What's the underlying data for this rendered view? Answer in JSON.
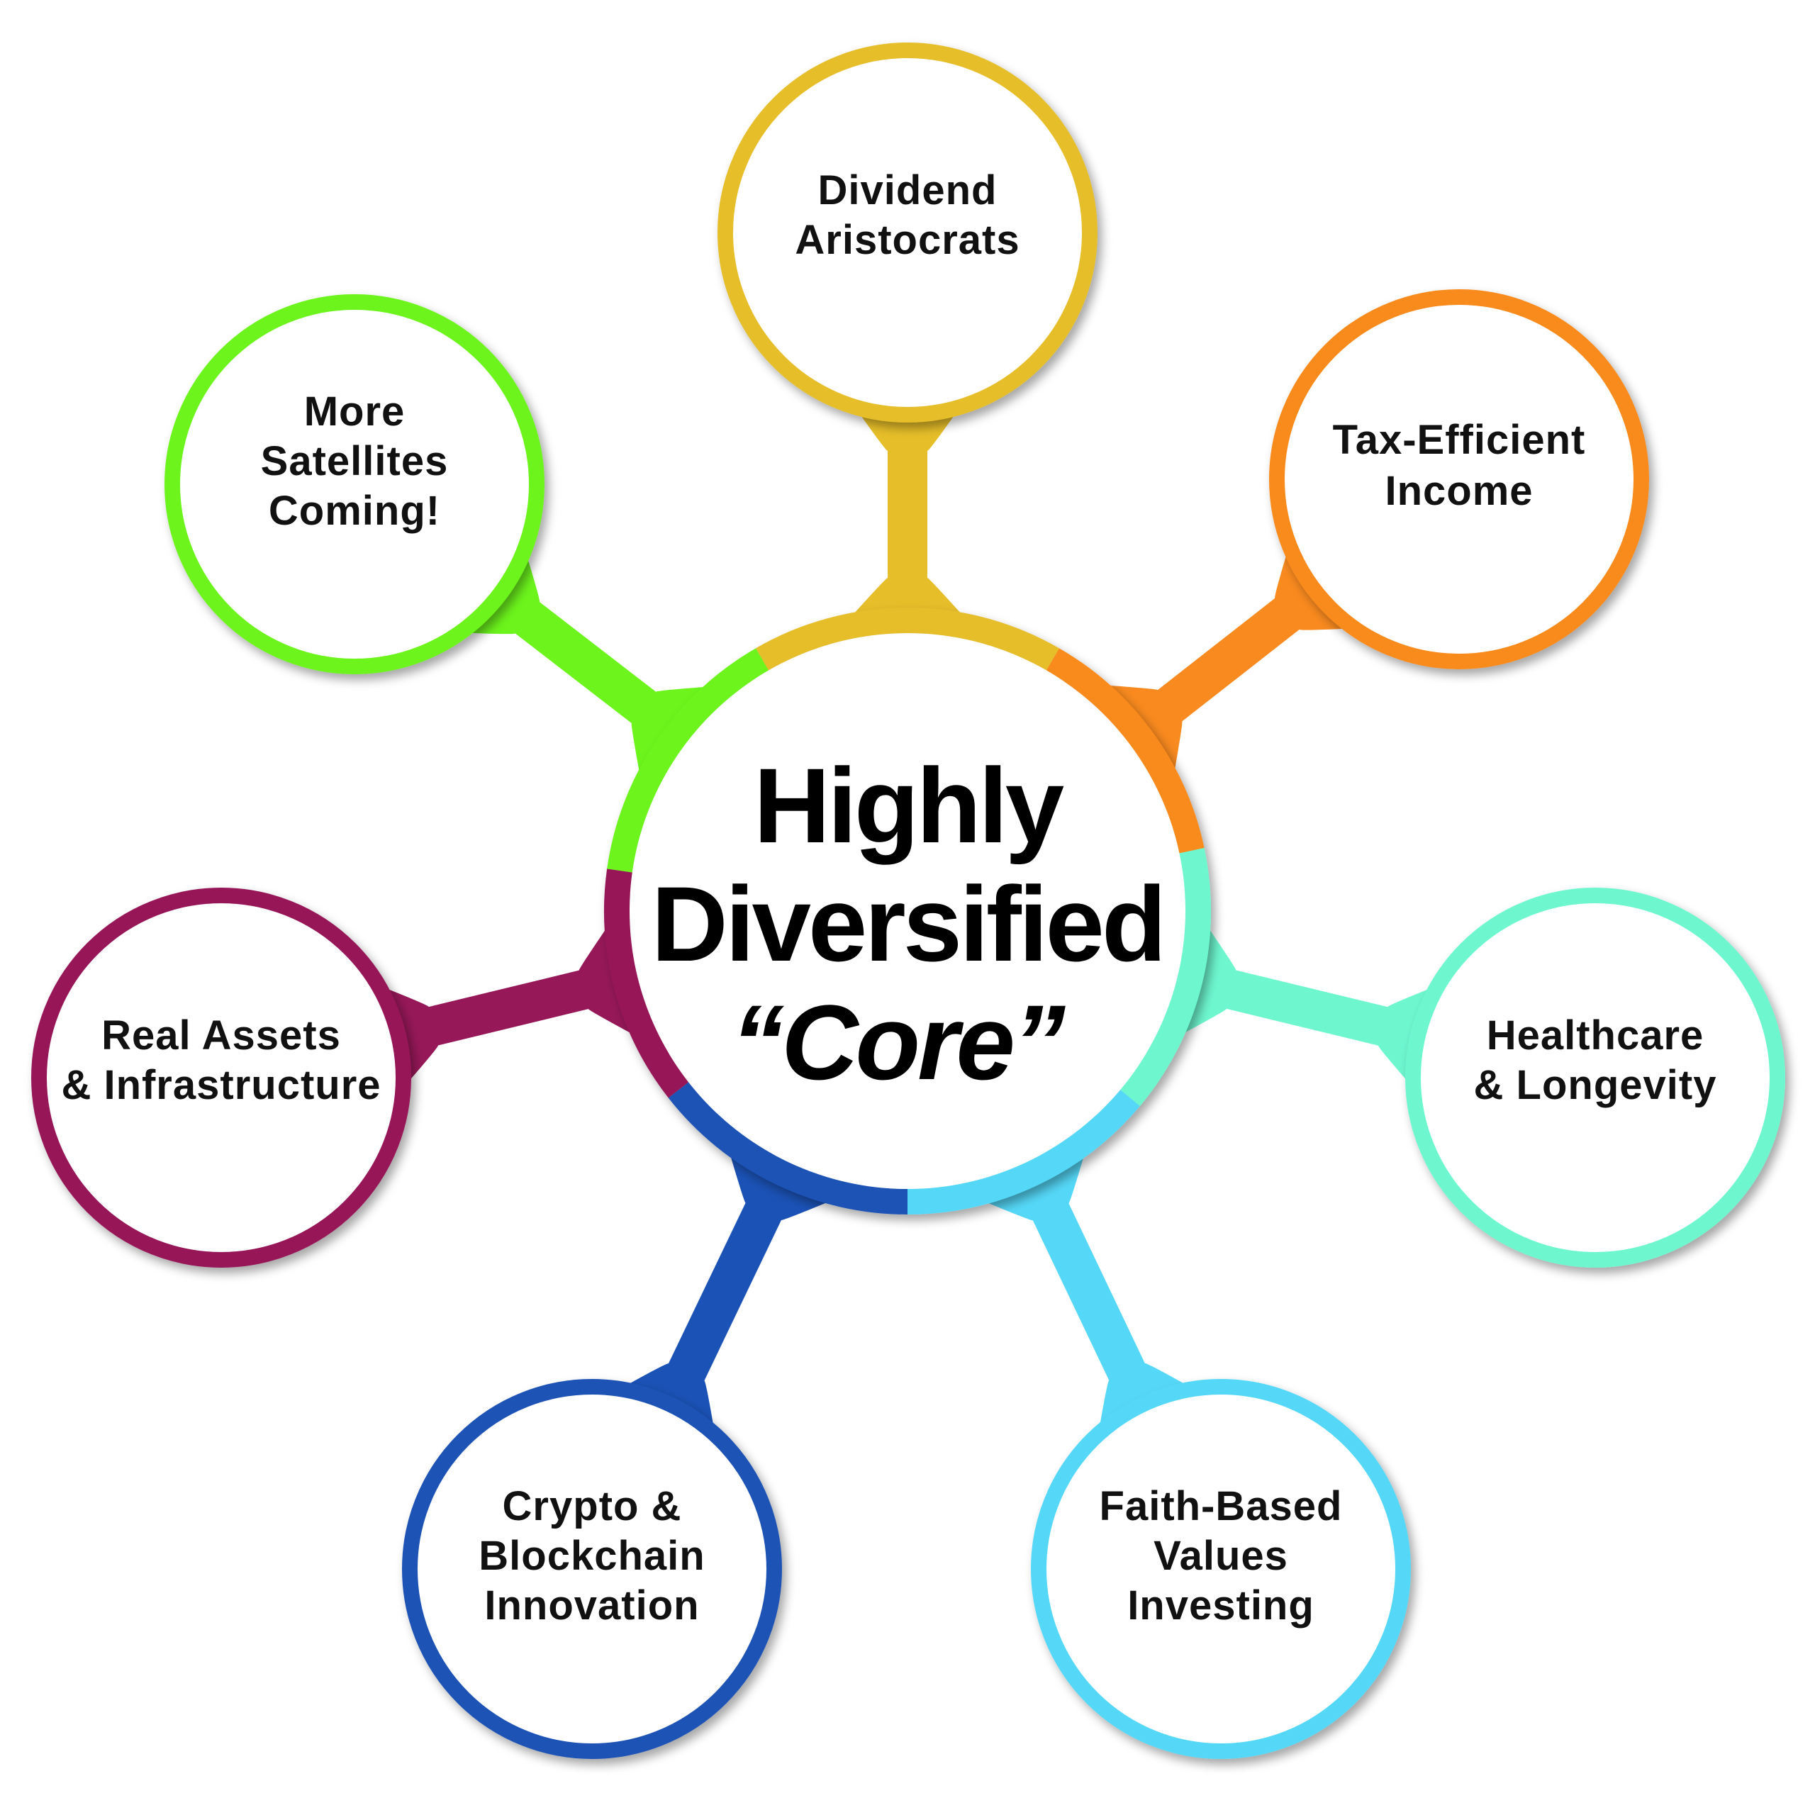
{
  "core": {
    "title_lines": [
      "Highly",
      "Diversified",
      "“Core”"
    ]
  },
  "satellites": [
    {
      "id": "dividend",
      "color": "#E6BE29",
      "lines": [
        "Dividend",
        "Aristocrats"
      ]
    },
    {
      "id": "tax",
      "color": "#F98A1F",
      "lines": [
        "Tax-Efficient",
        "Income"
      ]
    },
    {
      "id": "healthcare",
      "color": "#6EF7CF",
      "lines": [
        "Healthcare",
        "& Longevity"
      ]
    },
    {
      "id": "faith",
      "color": "#55D8F8",
      "lines": [
        "Faith-Based",
        "Values",
        "Investing"
      ]
    },
    {
      "id": "crypto",
      "color": "#1B52B5",
      "lines": [
        "Crypto &",
        "Blockchain",
        "Innovation"
      ]
    },
    {
      "id": "real-assets",
      "color": "#961858",
      "lines": [
        "Real Assets",
        "& Infrastructure"
      ]
    },
    {
      "id": "more",
      "color": "#6CF41C",
      "lines": [
        "More",
        "Satellites",
        "Coming!"
      ]
    }
  ]
}
